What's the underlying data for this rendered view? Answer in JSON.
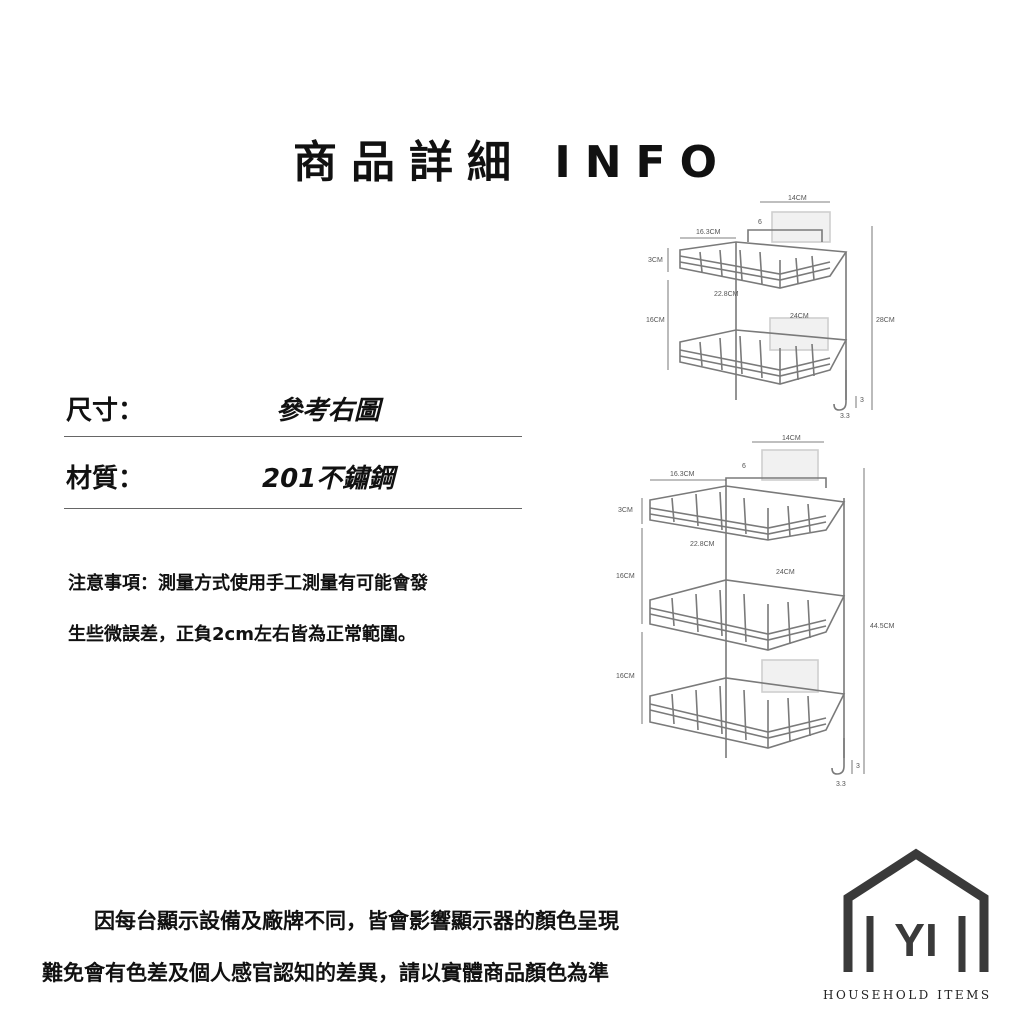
{
  "title": "商品詳細 INFO",
  "specs": [
    {
      "label": "尺寸：",
      "value": "參考右圖"
    },
    {
      "label": "材質：",
      "value": "201不鏽鋼"
    }
  ],
  "note": {
    "line1": "注意事項：測量方式使用手工測量有可能會發",
    "line2": "生些微誤差，正負2cm左右皆為正常範圍。"
  },
  "disclaimer": {
    "line1": "因每台顯示設備及廠牌不同，皆會影響顯示器的顏色呈現",
    "line2": "難免會有色差及個人感官認知的差異，請以實體商品顏色為準"
  },
  "brand": {
    "logo_letters": "YI",
    "tagline": "HOUSEHOLD ITEMS"
  },
  "diagram_2tier": {
    "width_top": "14CM",
    "depth": "16.3CM",
    "gap_small": "6",
    "rim_height": "3CM",
    "length_front": "22.8CM",
    "tier_spacing": "16CM",
    "length_side": "24CM",
    "total_height": "28CM",
    "hook_height": "3",
    "hook_width": "3.3"
  },
  "diagram_3tier": {
    "width_top": "14CM",
    "depth": "16.3CM",
    "gap_small": "6",
    "rim_height": "3CM",
    "length_front": "22.8CM",
    "tier_spacing_1": "16CM",
    "length_side": "24CM",
    "tier_spacing_2": "16CM",
    "total_height": "44.5CM",
    "hook_height": "3",
    "hook_width": "3.3"
  },
  "colors": {
    "text": "#111111",
    "rule": "#666666",
    "steel": "#7a7a7a",
    "dimension": "#555555"
  }
}
